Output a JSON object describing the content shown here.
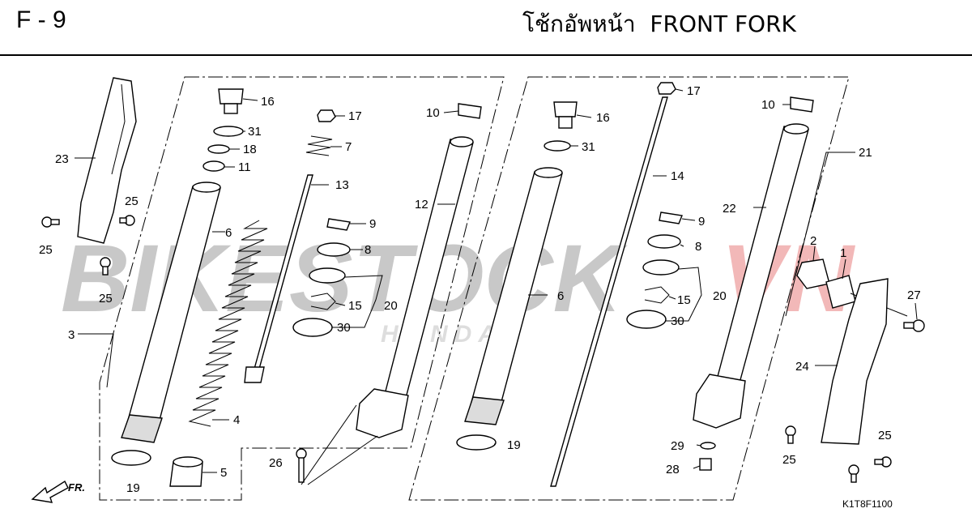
{
  "header": {
    "code": "F - 9",
    "title_thai": "โช้กอัพหน้า",
    "title_en": "FRONT FORK"
  },
  "watermark": {
    "text_gray": "BIKESTOCK",
    "text_red": "VN",
    "brand": "HONDA",
    "gray_color": "#c8c8c8",
    "red_color": "#f2b8b8"
  },
  "diagram": {
    "code": "K1T8F1100",
    "direction_label": "FR.",
    "callouts": {
      "c1": "1",
      "c2": "2",
      "c3": "3",
      "c4": "4",
      "c5": "5",
      "c6a": "6",
      "c6b": "6",
      "c7": "7",
      "c8a": "8",
      "c8b": "8",
      "c9a": "9",
      "c9b": "9",
      "c10a": "10",
      "c10b": "10",
      "c11": "11",
      "c12": "12",
      "c13": "13",
      "c14": "14",
      "c15a": "15",
      "c15b": "15",
      "c16a": "16",
      "c16b": "16",
      "c17a": "17",
      "c17b": "17",
      "c18": "18",
      "c19a": "19",
      "c19b": "19",
      "c20a": "20",
      "c20b": "20",
      "c21": "21",
      "c22": "22",
      "c23": "23",
      "c24": "24",
      "c25a": "25",
      "c25b": "25",
      "c25c": "25",
      "c25d": "25",
      "c25e": "25",
      "c26": "26",
      "c27": "27",
      "c28": "28",
      "c29": "29",
      "c30a": "30",
      "c30b": "30",
      "c31a": "31",
      "c31b": "31"
    }
  }
}
